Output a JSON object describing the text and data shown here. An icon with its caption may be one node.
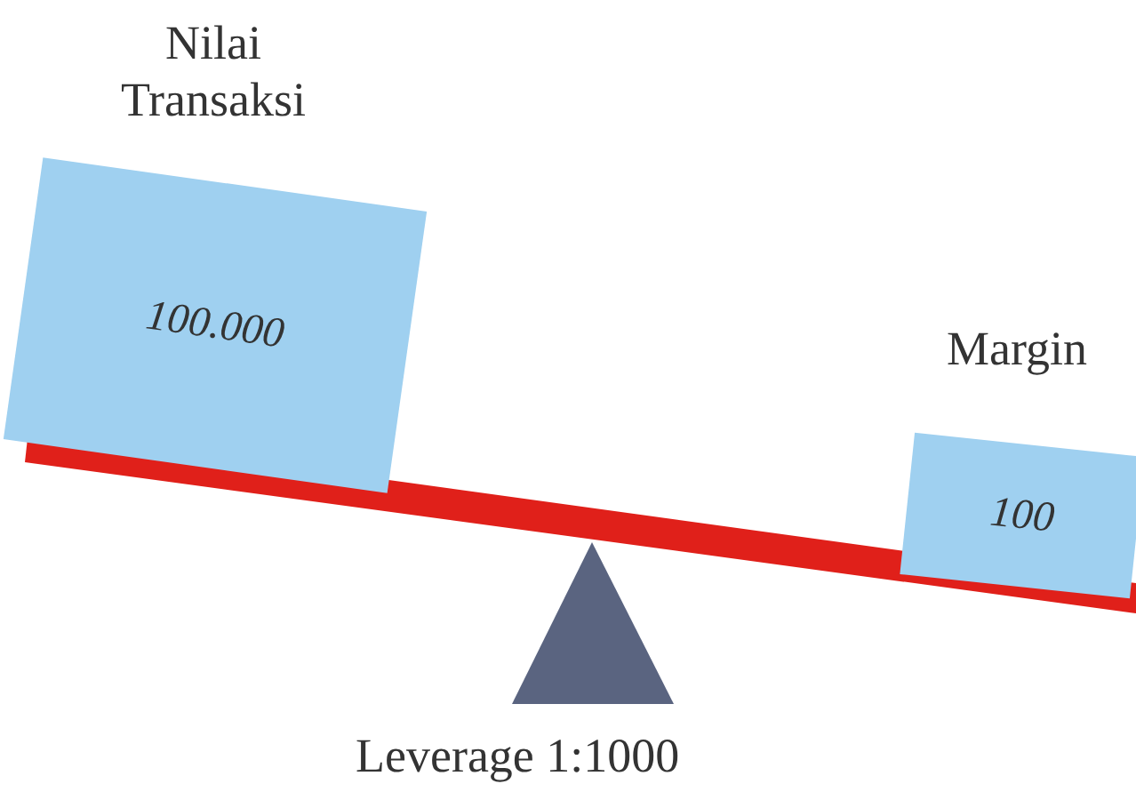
{
  "diagram": {
    "nodes": [
      {
        "text": [
          "Nilai Transaksi",
          "100.000"
        ]
      },
      {
        "text": [
          "Margin",
          "100"
        ]
      }
    ],
    "labels": [
      "Leverage 1:1000"
    ]
  }
}
